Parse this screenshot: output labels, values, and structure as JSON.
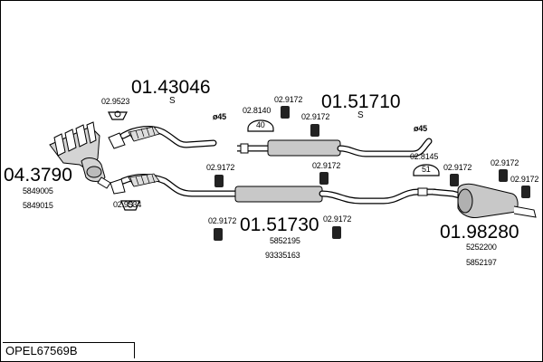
{
  "diagram_id": "OPEL67569B",
  "assemblies": {
    "manifold": {
      "number": "04.3790",
      "refs": [
        "5849005",
        "5849015"
      ]
    },
    "front_pipe": {
      "number": "01.43046",
      "suffix": "S"
    },
    "middle_upper": {
      "number": "01.51710",
      "suffix": "S"
    },
    "middle_lower": {
      "number": "01.51730",
      "refs": [
        "5852195",
        "93335163"
      ]
    },
    "rear": {
      "number": "01.98280",
      "refs": [
        "5252200",
        "5852197"
      ]
    }
  },
  "parts": {
    "p9523": "02.9523",
    "p9534": "02.9534",
    "p8140": "02.8140",
    "p8145": "02.8145",
    "p9172": "02.9172"
  },
  "diameter_labels": {
    "d1": "ø45",
    "d2": "ø45"
  },
  "hanger_badges": {
    "b1": "40",
    "b2": "51"
  }
}
